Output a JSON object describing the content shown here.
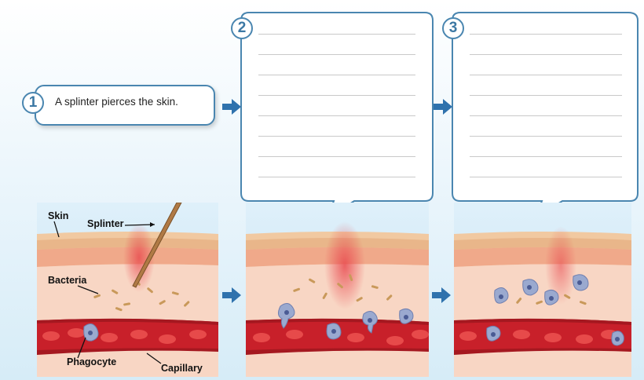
{
  "steps": [
    {
      "number": "1",
      "text": "A splinter pierces the skin."
    },
    {
      "number": "2",
      "text": ""
    },
    {
      "number": "3",
      "text": ""
    }
  ],
  "labels": {
    "skin": "Skin",
    "splinter": "Splinter",
    "bacteria": "Bacteria",
    "phagocyte": "Phagocyte",
    "capillary": "Capillary"
  },
  "colors": {
    "bubble_border": "#4a86b0",
    "arrow": "#2f72ad",
    "skin_surface": "#f1c9a1",
    "dermis": "#f7d3c0",
    "blood_vessel": "#c8202a",
    "blood_cell": "#e03a3a",
    "phagocyte": "#9aa9cf",
    "bacteria": "#c9995a"
  },
  "icons": [
    "arrow-right-icon",
    "splinter-icon",
    "bacteria-icon",
    "phagocyte-icon",
    "red-blood-cell-icon"
  ]
}
